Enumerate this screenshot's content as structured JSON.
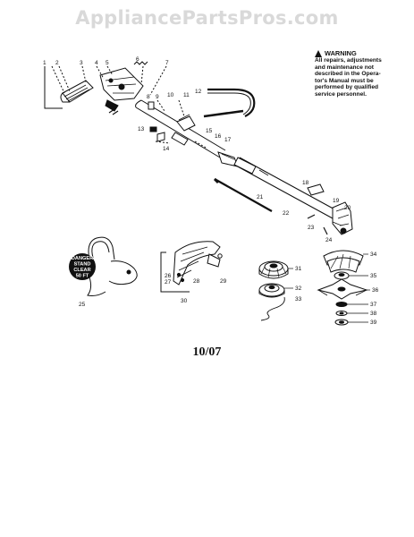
{
  "watermark": "AppliancePartsPros.com",
  "warning": {
    "title": "WARNING",
    "lines": [
      "All repairs, adjustments",
      "and maintenance not",
      "described in the Opera-",
      "tor's Manual must be",
      "performed by qualified",
      "service personnel."
    ]
  },
  "guard_decal": [
    "DANGER",
    "STAND",
    "CLEAR",
    "50 FT"
  ],
  "date_code": "10/07",
  "callouts": {
    "c1": "1",
    "c2": "2",
    "c3": "3",
    "c4": "4",
    "c5": "5",
    "c6": "6",
    "c7": "7",
    "c8": "8",
    "c9": "9",
    "c10": "10",
    "c11": "11",
    "c12": "12",
    "c13": "13",
    "c14": "14",
    "c15": "15",
    "c16": "16",
    "c17": "17",
    "c18": "18",
    "c19": "19",
    "c20": "20",
    "c21": "21",
    "c22": "22",
    "c23": "23",
    "c24": "24",
    "c25": "25",
    "c26": "26",
    "c27": "27",
    "c28": "28",
    "c29": "29",
    "c30": "30",
    "c31": "31",
    "c32": "32",
    "c33": "33",
    "c34": "34",
    "c35": "35",
    "c36": "36",
    "c37": "37",
    "c38": "38",
    "c39": "39"
  }
}
